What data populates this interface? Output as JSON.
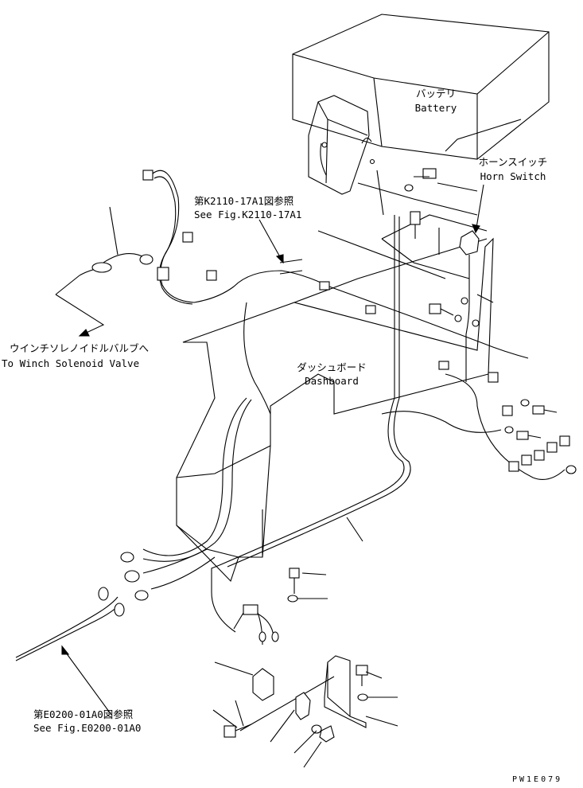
{
  "labels": {
    "battery_jp": "バッテリ",
    "battery_en": "Battery",
    "horn_jp": "ホーンスイッチ",
    "horn_en": "Horn Switch",
    "ref_k2110_jp": "第K2110-17A1図参照",
    "ref_k2110_en": "See Fig.K2110-17A1",
    "winch_jp": "ウインチソレノイドルバルブへ",
    "winch_en": "To Winch Solenoid Valve",
    "dash_jp": "ダッシュボード",
    "dash_en": "Dashboard",
    "ref_e0200_jp": "第E0200-01A0図参照",
    "ref_e0200_en": "See Fig.E0200-01A0",
    "drawing_code": "PW1E079"
  },
  "icons": [
    "battery-box",
    "horn-switch",
    "dashboard-panel",
    "wire-harness",
    "bolt",
    "washer",
    "nut",
    "bracket",
    "connector"
  ]
}
